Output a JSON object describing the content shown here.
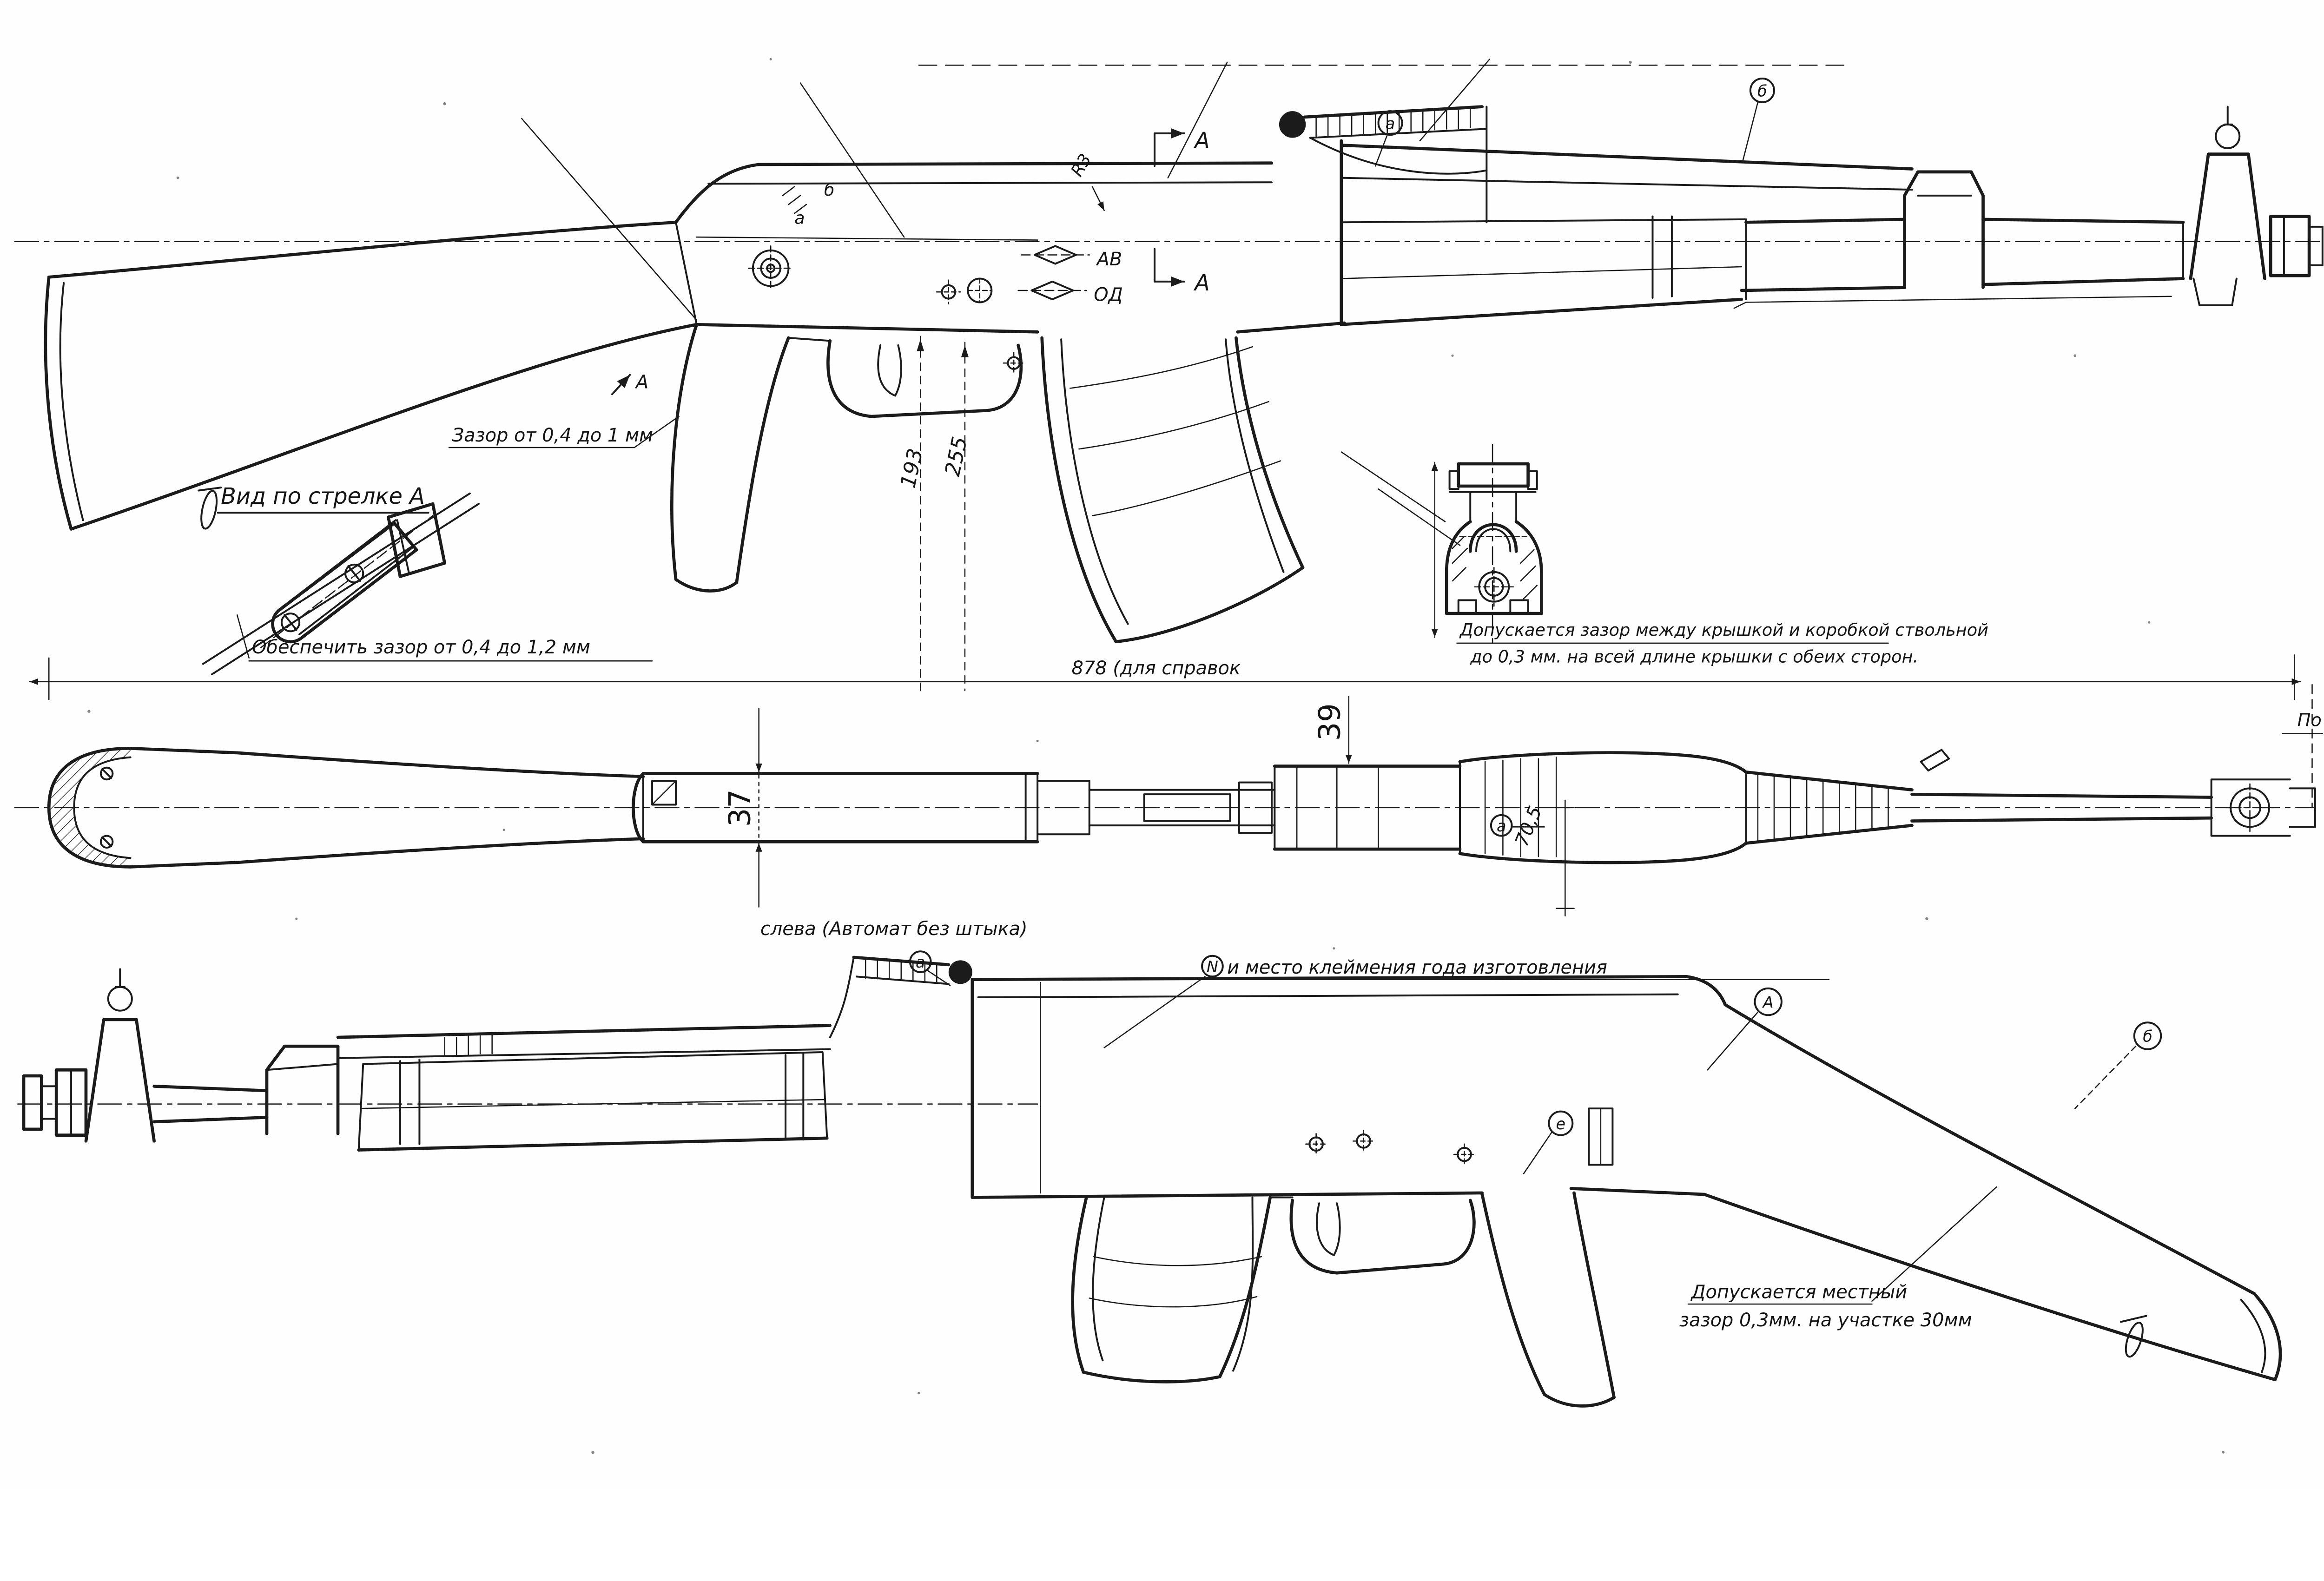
{
  "palette": {
    "paper": "#fefefe",
    "ink": "#1b1b1b"
  },
  "annotations": {
    "detail_view_heading": "Вид по стрелке А",
    "ensure_gap": "Обеспечить зазор от 0,4 до 1,2 мм",
    "grip_gap": "Зазор от 0,4 до 1 мм",
    "overall_length": "878 (для справок",
    "cover_gap_line1": "Допускается зазор между крышкой и коробкой ствольной",
    "cover_gap_line2": "до 0,3 мм. на всей длине крышки с обеих сторон.",
    "bottom_view_caption": "слева (Автомат без штыка)",
    "stamp_note": "и место клеймения года изготовления",
    "local_gap_line1": "Допускается местный",
    "local_gap_line2": "зазор 0,3мм. на участке 30мм",
    "edge_fragment": "По"
  },
  "dimensions": {
    "dim_193": "193",
    "dim_255": "255",
    "dim_37": "37",
    "dim_39": "39",
    "dim_70_5": "70,5",
    "radius_r3": "R3"
  },
  "selector_markings": {
    "auto": "АВ",
    "semi": "ОД"
  },
  "section_marks": {
    "section_a_top": "А",
    "section_a_bottom": "А",
    "view_arrow_a": "А"
  },
  "balloons": {
    "stamp_balloon": "N",
    "balloon_a_receiver": "а",
    "balloon_b_receiver": "б",
    "balloon_a_handguard": "а",
    "balloon_b_barrel": "б",
    "balloon_a_midview": "а",
    "balloon_a_stock": "А",
    "balloon_b_stock": "б",
    "balloon_e_grip": "е",
    "balloon_a_sight": "а"
  }
}
